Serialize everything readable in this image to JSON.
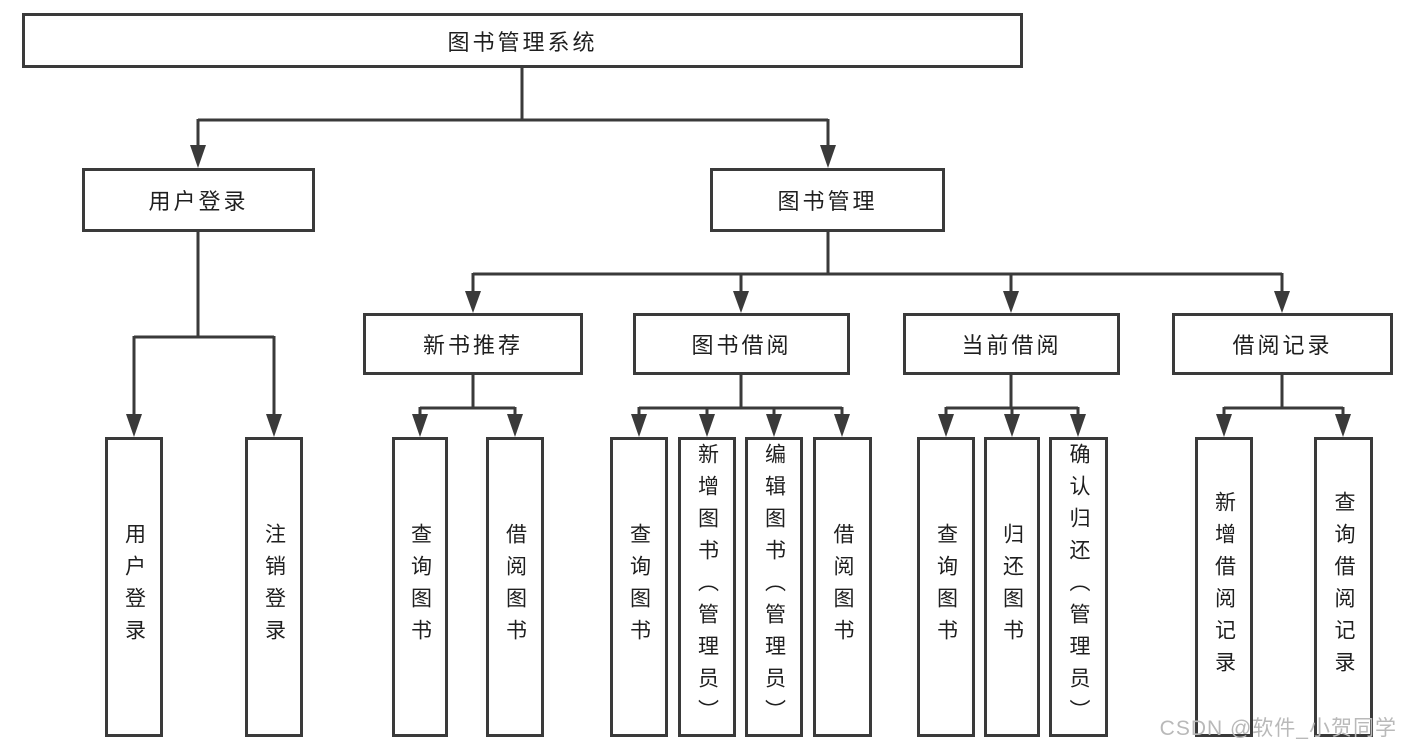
{
  "diagram": {
    "root": {
      "label": "图书管理系统"
    },
    "branches": [
      {
        "label": "用户登录",
        "children": [
          {
            "label": "用户登录"
          },
          {
            "label": "注销登录"
          }
        ]
      },
      {
        "label": "图书管理",
        "children": [
          {
            "label": "新书推荐",
            "children": [
              {
                "label": "查询图书"
              },
              {
                "label": "借阅图书"
              }
            ]
          },
          {
            "label": "图书借阅",
            "children": [
              {
                "label": "查询图书"
              },
              {
                "label": "新增图书（管理员）"
              },
              {
                "label": "编辑图书（管理员）"
              },
              {
                "label": "借阅图书"
              }
            ]
          },
          {
            "label": "当前借阅",
            "children": [
              {
                "label": "查询图书"
              },
              {
                "label": "归还图书"
              },
              {
                "label": "确认归还（管理员）"
              }
            ]
          },
          {
            "label": "借阅记录",
            "children": [
              {
                "label": "新增借阅记录"
              },
              {
                "label": "查询借阅记录"
              }
            ]
          }
        ]
      }
    ]
  },
  "watermark": {
    "text": "CSDN @软件_小贺同学"
  },
  "colors": {
    "line": "#3a3a3a",
    "box_border": "#3a3a3a",
    "box_fill": "#ffffff",
    "text": "#1f1f1f",
    "watermark": "#b9b9b9",
    "background": "#ffffff"
  }
}
